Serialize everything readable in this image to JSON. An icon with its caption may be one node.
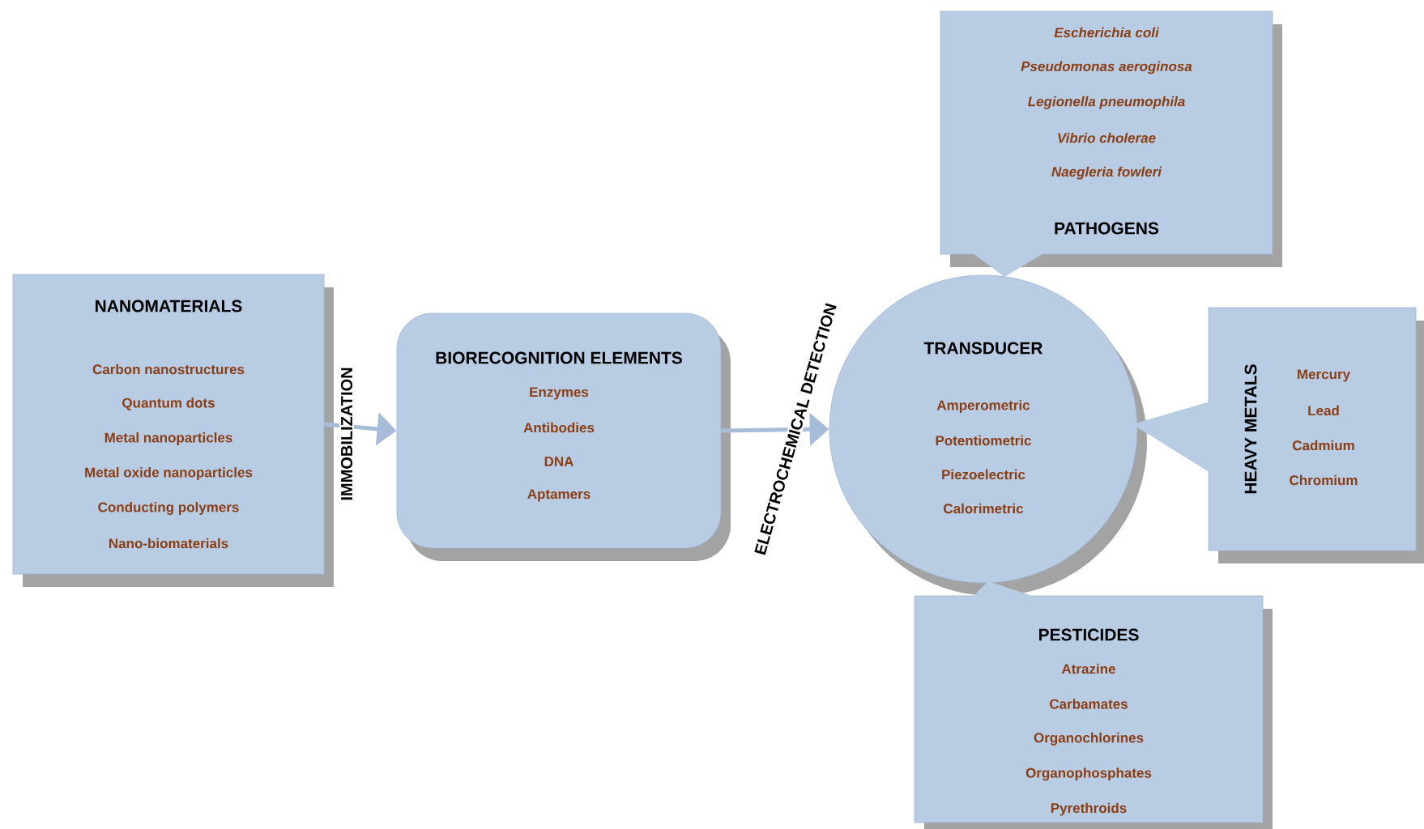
{
  "diagram": {
    "nodes": [
      {
        "text": [
          "NANOMATERIALS",
          "Carbon nanostructures",
          "Quantum dots",
          "Metal nanoparticles",
          "Metal oxide nanoparticles",
          "Conducting polymers",
          "Nano-biomaterials"
        ]
      },
      {
        "text": [
          "BIORECOGNITION ELEMENTS",
          "Enzymes",
          "Antibodies",
          "DNA",
          "Aptamers"
        ]
      },
      {
        "text": [
          "TRANSDUCER",
          "Amperometric",
          "Potentiometric",
          "Piezoelectric",
          "Calorimetric"
        ]
      },
      {
        "text": [
          "Escherichia coli",
          "Pseudomonas aeroginosa",
          "Legionella pneumophila",
          "Vibrio cholerae",
          "Naegleria fowleri",
          "PATHOGENS"
        ]
      },
      {
        "text": [
          "HEAVY METALS",
          "Mercury",
          "Lead",
          "Cadmium",
          "Chromium"
        ]
      },
      {
        "text": [
          "PESTICIDES",
          "Atrazine",
          "Carbamates",
          "Organochlorines",
          "Organophosphates",
          "Pyrethroids"
        ]
      }
    ],
    "edges": [
      {
        "from": 0,
        "to": 1,
        "arrow": "to",
        "label": "IMMOBILIZATION"
      },
      {
        "from": 1,
        "to": 2,
        "arrow": "to",
        "label": "ELECTROCHEMICAL DETECTION"
      }
    ]
  }
}
